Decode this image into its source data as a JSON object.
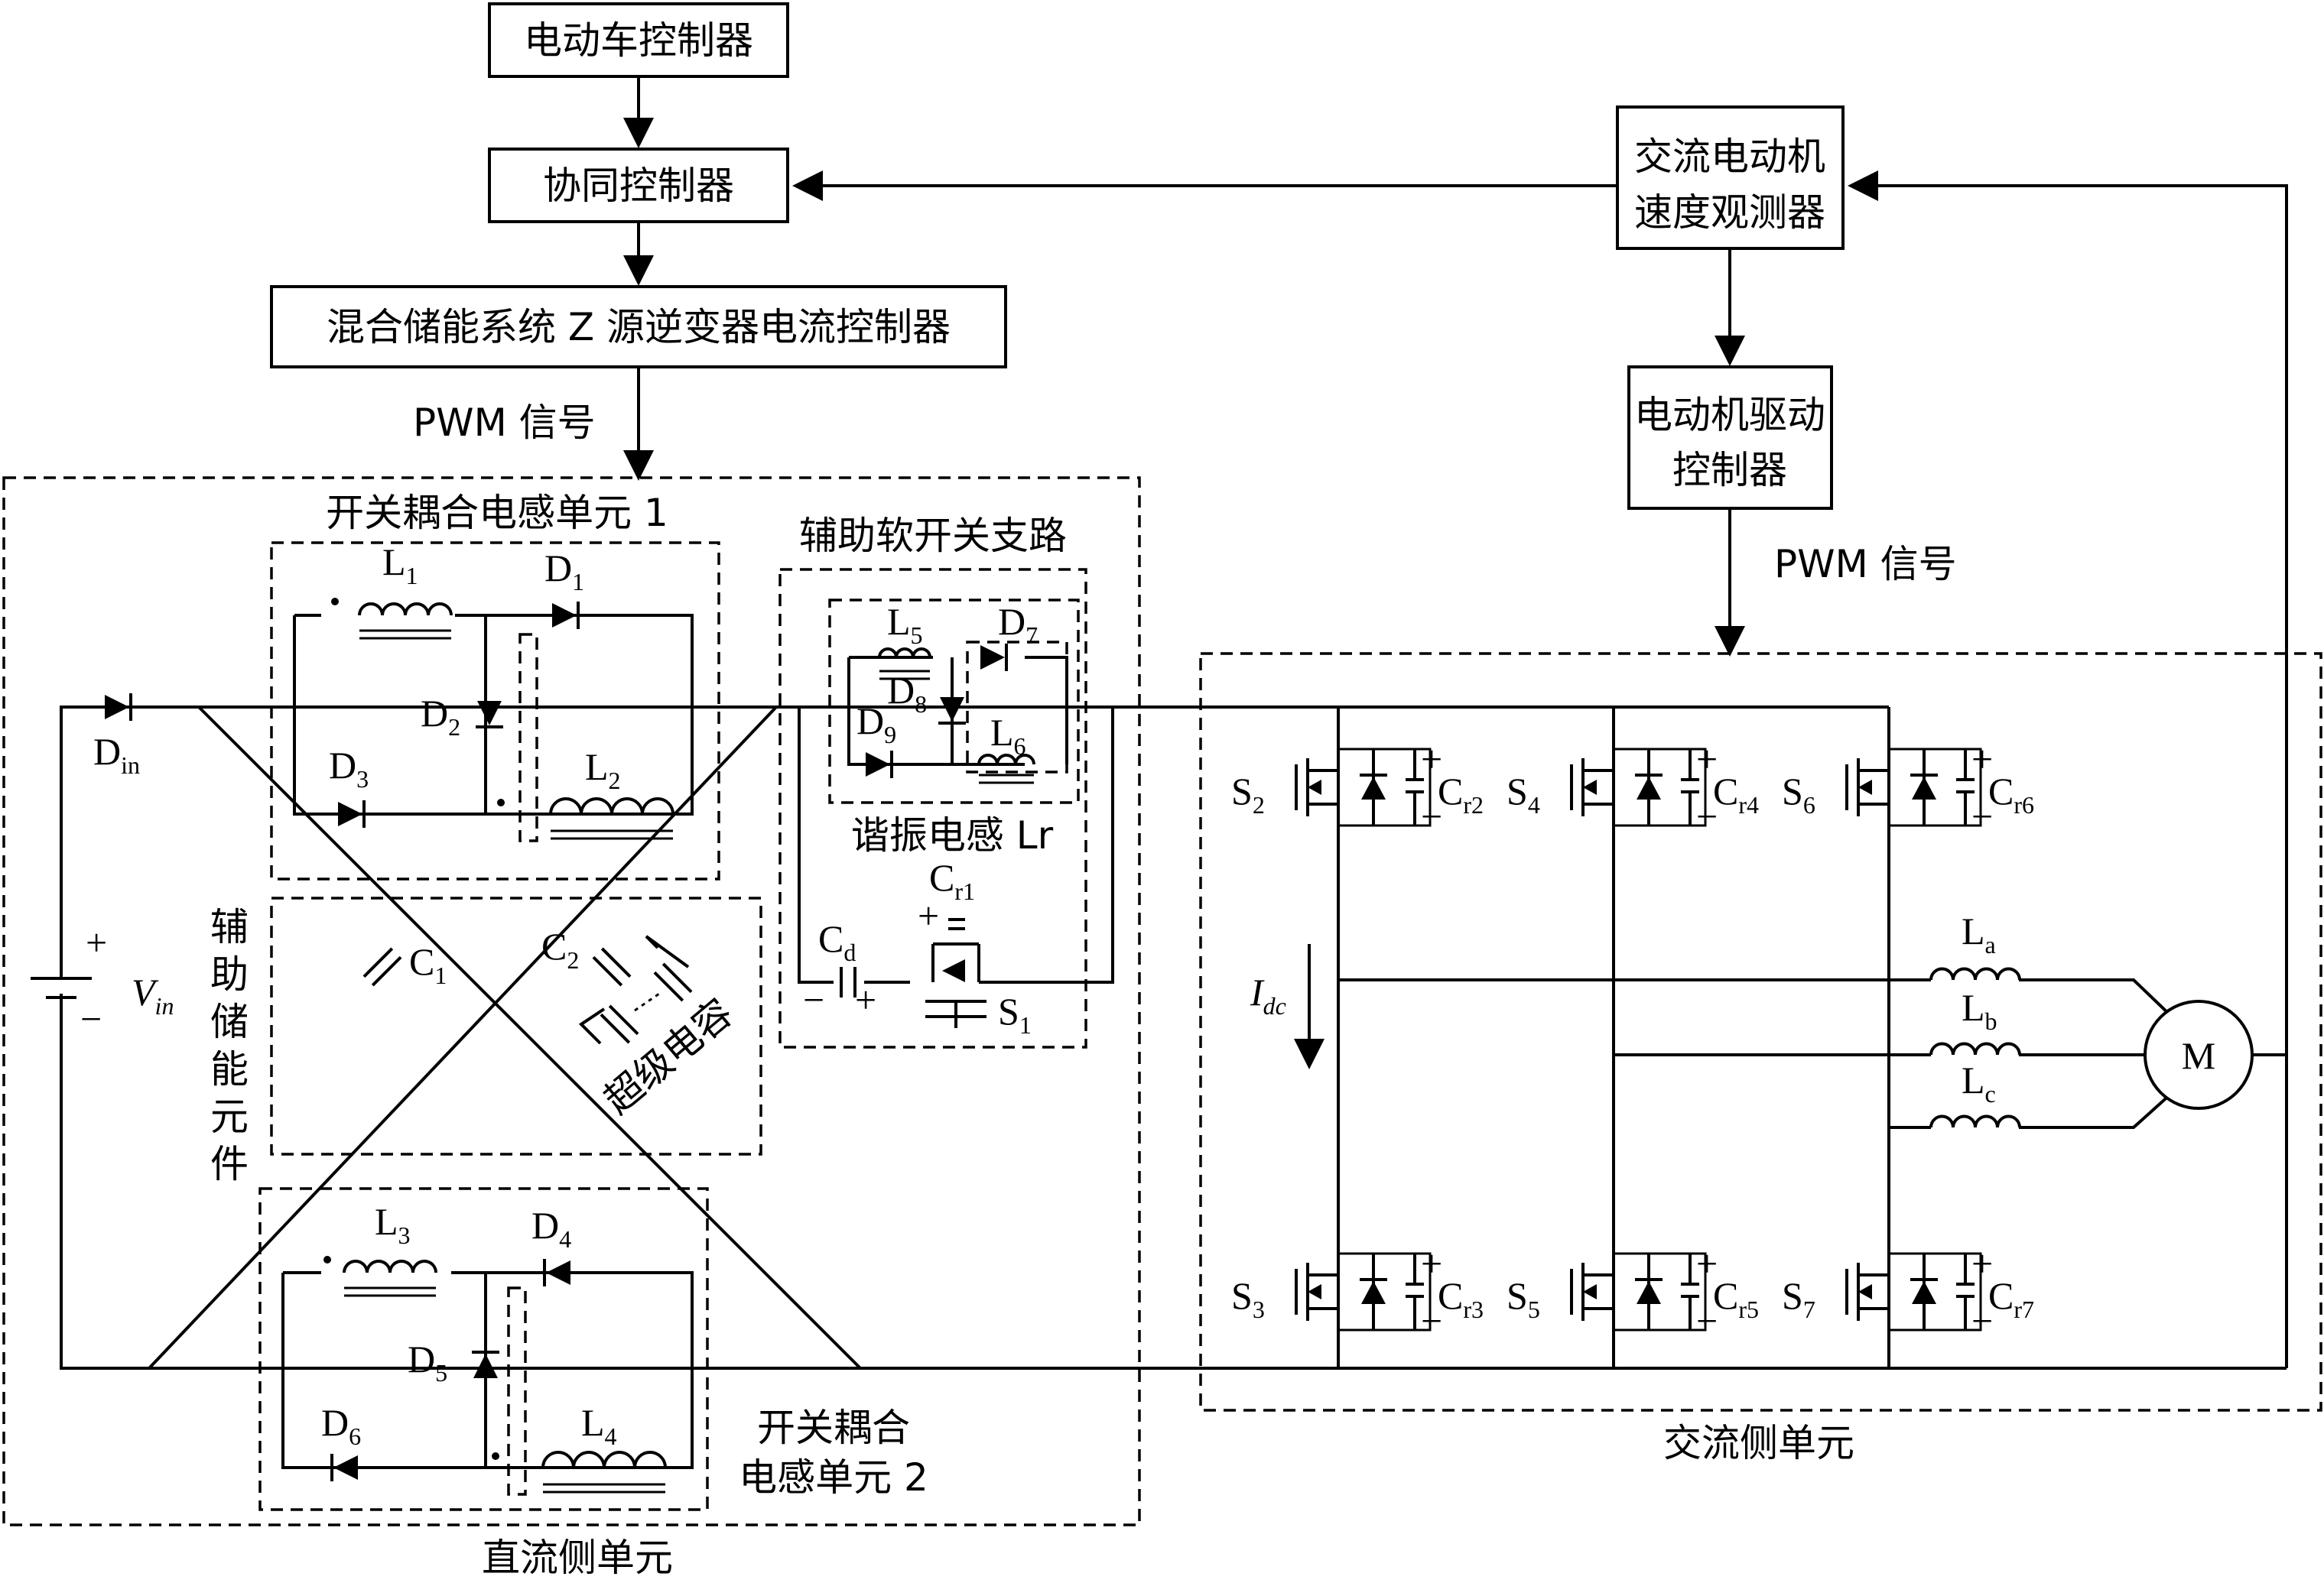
{
  "blocks": {
    "ev_controller": "电动车控制器",
    "coop_controller": "协同控制器",
    "z_source_controller": "混合储能系统 Z 源逆变器电流控制器",
    "speed_observer_line1": "交流电动机",
    "speed_observer_line2": "速度观测器",
    "motor_drive_line1": "电动机驱动",
    "motor_drive_line2": "控制器"
  },
  "signals": {
    "pwm_left": "PWM 信号",
    "pwm_right": "PWM 信号"
  },
  "regions": {
    "coupled_unit_1": "开关耦合电感单元 1",
    "aux_softswitch": "辅助软开关支路",
    "resonant_inductor": "谐振电感 Lr",
    "aux_storage": [
      "辅",
      "助",
      "储",
      "能",
      "元",
      "件"
    ],
    "supercap": "超级电容",
    "coupled_unit_2_line1": "开关耦合",
    "coupled_unit_2_line2": "电感单元 2",
    "dc_side": "直流侧单元",
    "ac_side": "交流侧单元"
  },
  "components": {
    "L1": {
      "base": "L",
      "sub": "1"
    },
    "L2": {
      "base": "L",
      "sub": "2"
    },
    "L3": {
      "base": "L",
      "sub": "3"
    },
    "L4": {
      "base": "L",
      "sub": "4"
    },
    "L5": {
      "base": "L",
      "sub": "5"
    },
    "L6": {
      "base": "L",
      "sub": "6"
    },
    "D1": {
      "base": "D",
      "sub": "1"
    },
    "D2": {
      "base": "D",
      "sub": "2"
    },
    "D3": {
      "base": "D",
      "sub": "3"
    },
    "D4": {
      "base": "D",
      "sub": "4"
    },
    "D5": {
      "base": "D",
      "sub": "5"
    },
    "D6": {
      "base": "D",
      "sub": "6"
    },
    "D7": {
      "base": "D",
      "sub": "7"
    },
    "D8": {
      "base": "D",
      "sub": "8"
    },
    "D9": {
      "base": "D",
      "sub": "9"
    },
    "Din": {
      "base": "D",
      "sub": "in"
    },
    "C1": {
      "base": "C",
      "sub": "1"
    },
    "C2": {
      "base": "C",
      "sub": "2"
    },
    "Cd": {
      "base": "C",
      "sub": "d"
    },
    "Cr1": {
      "base": "C",
      "sub": "r1"
    },
    "S1": {
      "base": "S",
      "sub": "1"
    },
    "Vin": {
      "base": "V",
      "sub": "in"
    },
    "S2": {
      "base": "S",
      "sub": "2"
    },
    "S3": {
      "base": "S",
      "sub": "3"
    },
    "S4": {
      "base": "S",
      "sub": "4"
    },
    "S5": {
      "base": "S",
      "sub": "5"
    },
    "S6": {
      "base": "S",
      "sub": "6"
    },
    "S7": {
      "base": "S",
      "sub": "7"
    },
    "Cr2": {
      "base": "C",
      "sub": "r2"
    },
    "Cr3": {
      "base": "C",
      "sub": "r3"
    },
    "Cr4": {
      "base": "C",
      "sub": "r4"
    },
    "Cr5": {
      "base": "C",
      "sub": "r5"
    },
    "Cr6": {
      "base": "C",
      "sub": "r6"
    },
    "Cr7": {
      "base": "C",
      "sub": "r7"
    },
    "La": {
      "base": "L",
      "sub": "a"
    },
    "Lb": {
      "base": "L",
      "sub": "b"
    },
    "Lc": {
      "base": "L",
      "sub": "c"
    },
    "Idc": {
      "base": "I",
      "sub": "dc"
    },
    "motor": "M",
    "plus": "+",
    "minus": "−"
  }
}
